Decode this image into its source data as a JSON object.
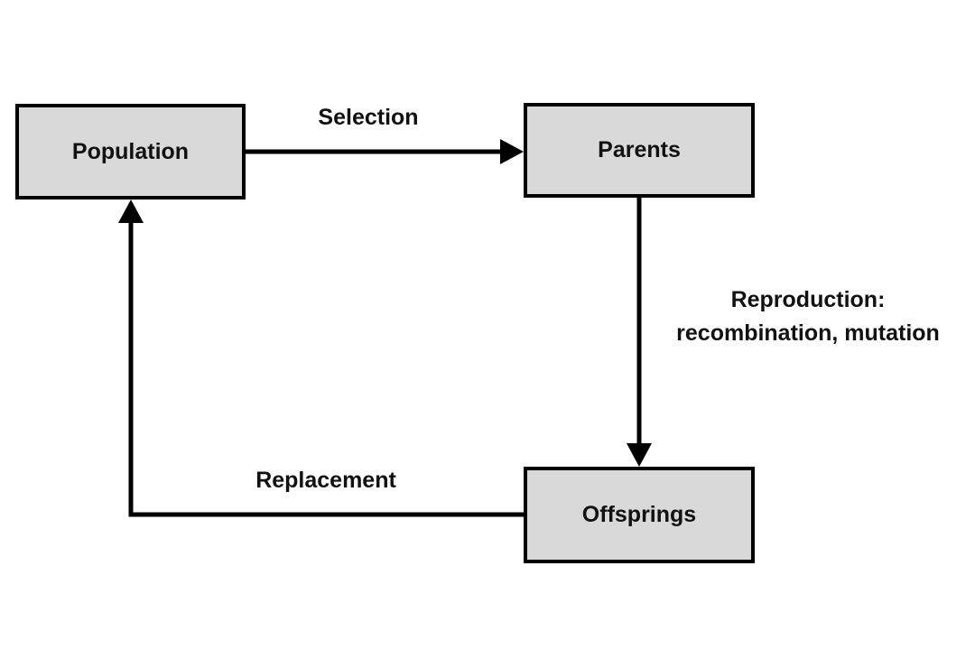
{
  "diagram": {
    "description": "Evolutionary algorithm cycle diagram",
    "colors": {
      "node_fill": "#d9d9d9",
      "node_border": "#000000",
      "arrow": "#000000",
      "background": "#ffffff",
      "text": "#111111"
    },
    "nodes": [
      {
        "id": "population",
        "label": "Population"
      },
      {
        "id": "parents",
        "label": "Parents"
      },
      {
        "id": "offsprings",
        "label": "Offsprings"
      }
    ],
    "edges": [
      {
        "from": "population",
        "to": "parents",
        "label": "Selection"
      },
      {
        "from": "parents",
        "to": "offsprings",
        "label_lines": [
          "Reproduction:",
          "recombination, mutation"
        ]
      },
      {
        "from": "offsprings",
        "to": "population",
        "label": "Replacement"
      }
    ]
  }
}
